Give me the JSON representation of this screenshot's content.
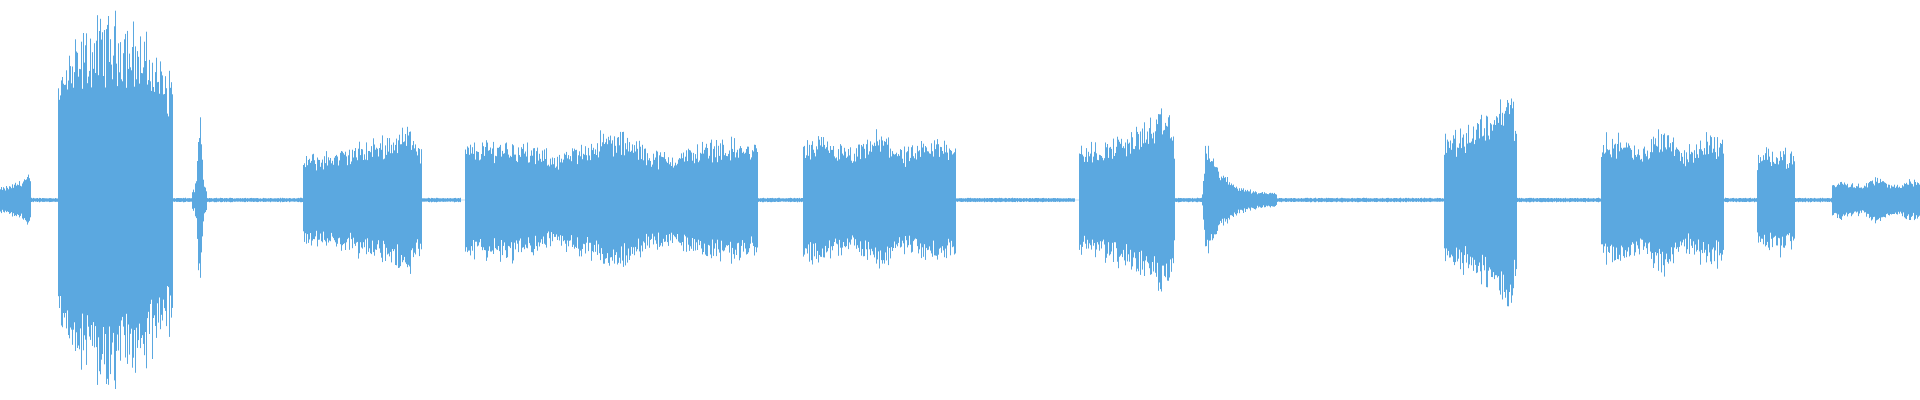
{
  "waveform": {
    "color": "#5ba8e0",
    "background": "#ffffff",
    "segments": [
      {
        "start": 0.0,
        "end": 0.016,
        "peak": 0.13,
        "floor": 0.02,
        "shape": "rise"
      },
      {
        "start": 0.016,
        "end": 0.03,
        "peak": 0.01,
        "floor": 0.0,
        "shape": "flat"
      },
      {
        "start": 0.03,
        "end": 0.09,
        "peak": 0.84,
        "floor": 0.3,
        "shape": "bulge"
      },
      {
        "start": 0.09,
        "end": 0.1,
        "peak": 0.01,
        "floor": 0.0,
        "shape": "flat"
      },
      {
        "start": 0.1,
        "end": 0.108,
        "peak": 0.4,
        "floor": 0.05,
        "shape": "spike"
      },
      {
        "start": 0.108,
        "end": 0.158,
        "peak": 0.01,
        "floor": 0.0,
        "shape": "flat"
      },
      {
        "start": 0.158,
        "end": 0.22,
        "peak": 0.37,
        "floor": 0.12,
        "shape": "rise"
      },
      {
        "start": 0.22,
        "end": 0.24,
        "peak": 0.01,
        "floor": 0.0,
        "shape": "flat"
      },
      {
        "start": 0.242,
        "end": 0.395,
        "peak": 0.3,
        "floor": 0.15,
        "shape": "wavy"
      },
      {
        "start": 0.395,
        "end": 0.418,
        "peak": 0.01,
        "floor": 0.0,
        "shape": "flat"
      },
      {
        "start": 0.418,
        "end": 0.498,
        "peak": 0.3,
        "floor": 0.18,
        "shape": "wavy"
      },
      {
        "start": 0.498,
        "end": 0.56,
        "peak": 0.01,
        "floor": 0.0,
        "shape": "flat"
      },
      {
        "start": 0.562,
        "end": 0.612,
        "peak": 0.45,
        "floor": 0.14,
        "shape": "rise"
      },
      {
        "start": 0.612,
        "end": 0.626,
        "peak": 0.01,
        "floor": 0.0,
        "shape": "flat"
      },
      {
        "start": 0.626,
        "end": 0.665,
        "peak": 0.35,
        "floor": 0.03,
        "shape": "decay"
      },
      {
        "start": 0.665,
        "end": 0.752,
        "peak": 0.01,
        "floor": 0.0,
        "shape": "flat"
      },
      {
        "start": 0.752,
        "end": 0.79,
        "peak": 0.55,
        "floor": 0.18,
        "shape": "rise"
      },
      {
        "start": 0.79,
        "end": 0.834,
        "peak": 0.01,
        "floor": 0.0,
        "shape": "flat"
      },
      {
        "start": 0.834,
        "end": 0.898,
        "peak": 0.33,
        "floor": 0.16,
        "shape": "wavy"
      },
      {
        "start": 0.898,
        "end": 0.915,
        "peak": 0.01,
        "floor": 0.0,
        "shape": "flat"
      },
      {
        "start": 0.915,
        "end": 0.935,
        "peak": 0.25,
        "floor": 0.12,
        "shape": "block"
      },
      {
        "start": 0.935,
        "end": 0.954,
        "peak": 0.01,
        "floor": 0.0,
        "shape": "flat"
      },
      {
        "start": 0.954,
        "end": 1.0,
        "peak": 0.1,
        "floor": 0.05,
        "shape": "wavy"
      }
    ]
  }
}
